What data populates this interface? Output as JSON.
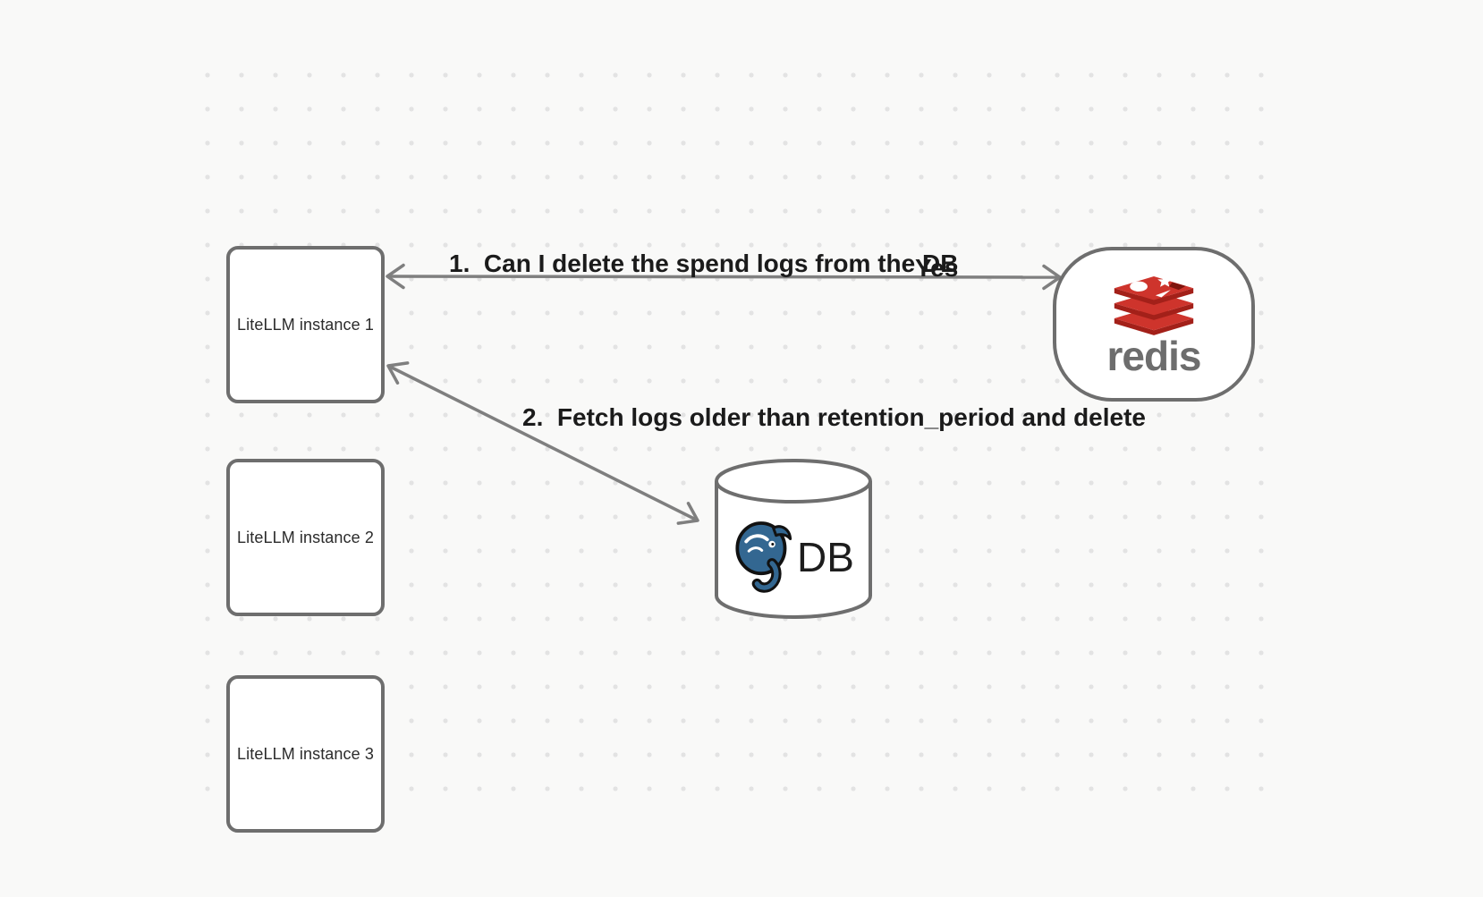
{
  "canvas": {
    "type": "whiteboard-diagram",
    "background": "#f9f9f8",
    "dot_color": "#e3e3e3"
  },
  "nodes": {
    "instance1": {
      "label": "LiteLLM instance 1"
    },
    "instance2": {
      "label": "LiteLLM instance 2"
    },
    "instance3": {
      "label": "LiteLLM instance 3"
    },
    "redis": {
      "wordmark": "redis",
      "logo": "redis-logo"
    },
    "db": {
      "label": "DB",
      "logo": "postgresql-elephant-icon",
      "shape": "cylinder"
    }
  },
  "arrows": [
    {
      "id": "arrow-1",
      "from": "redis",
      "to": "instance1",
      "bidirectional": true,
      "label": "1.  Can I delete the spend logs from the DB",
      "response": "Yes"
    },
    {
      "id": "arrow-2",
      "from": "instance1",
      "to": "db",
      "bidirectional": true,
      "label": "2.  Fetch logs older than retention_period and delete"
    }
  ],
  "colors": {
    "border": "#6e6e6e",
    "arrow": "#7f7f7f",
    "label_text": "#1b1b1b",
    "node_text": "#2b2b2b",
    "redis_red": "#ce342c",
    "redis_dark_red": "#a32019",
    "redis_gray": "#6d6d6d",
    "postgres_blue": "#336791",
    "db_text": "#1d1d1d"
  }
}
